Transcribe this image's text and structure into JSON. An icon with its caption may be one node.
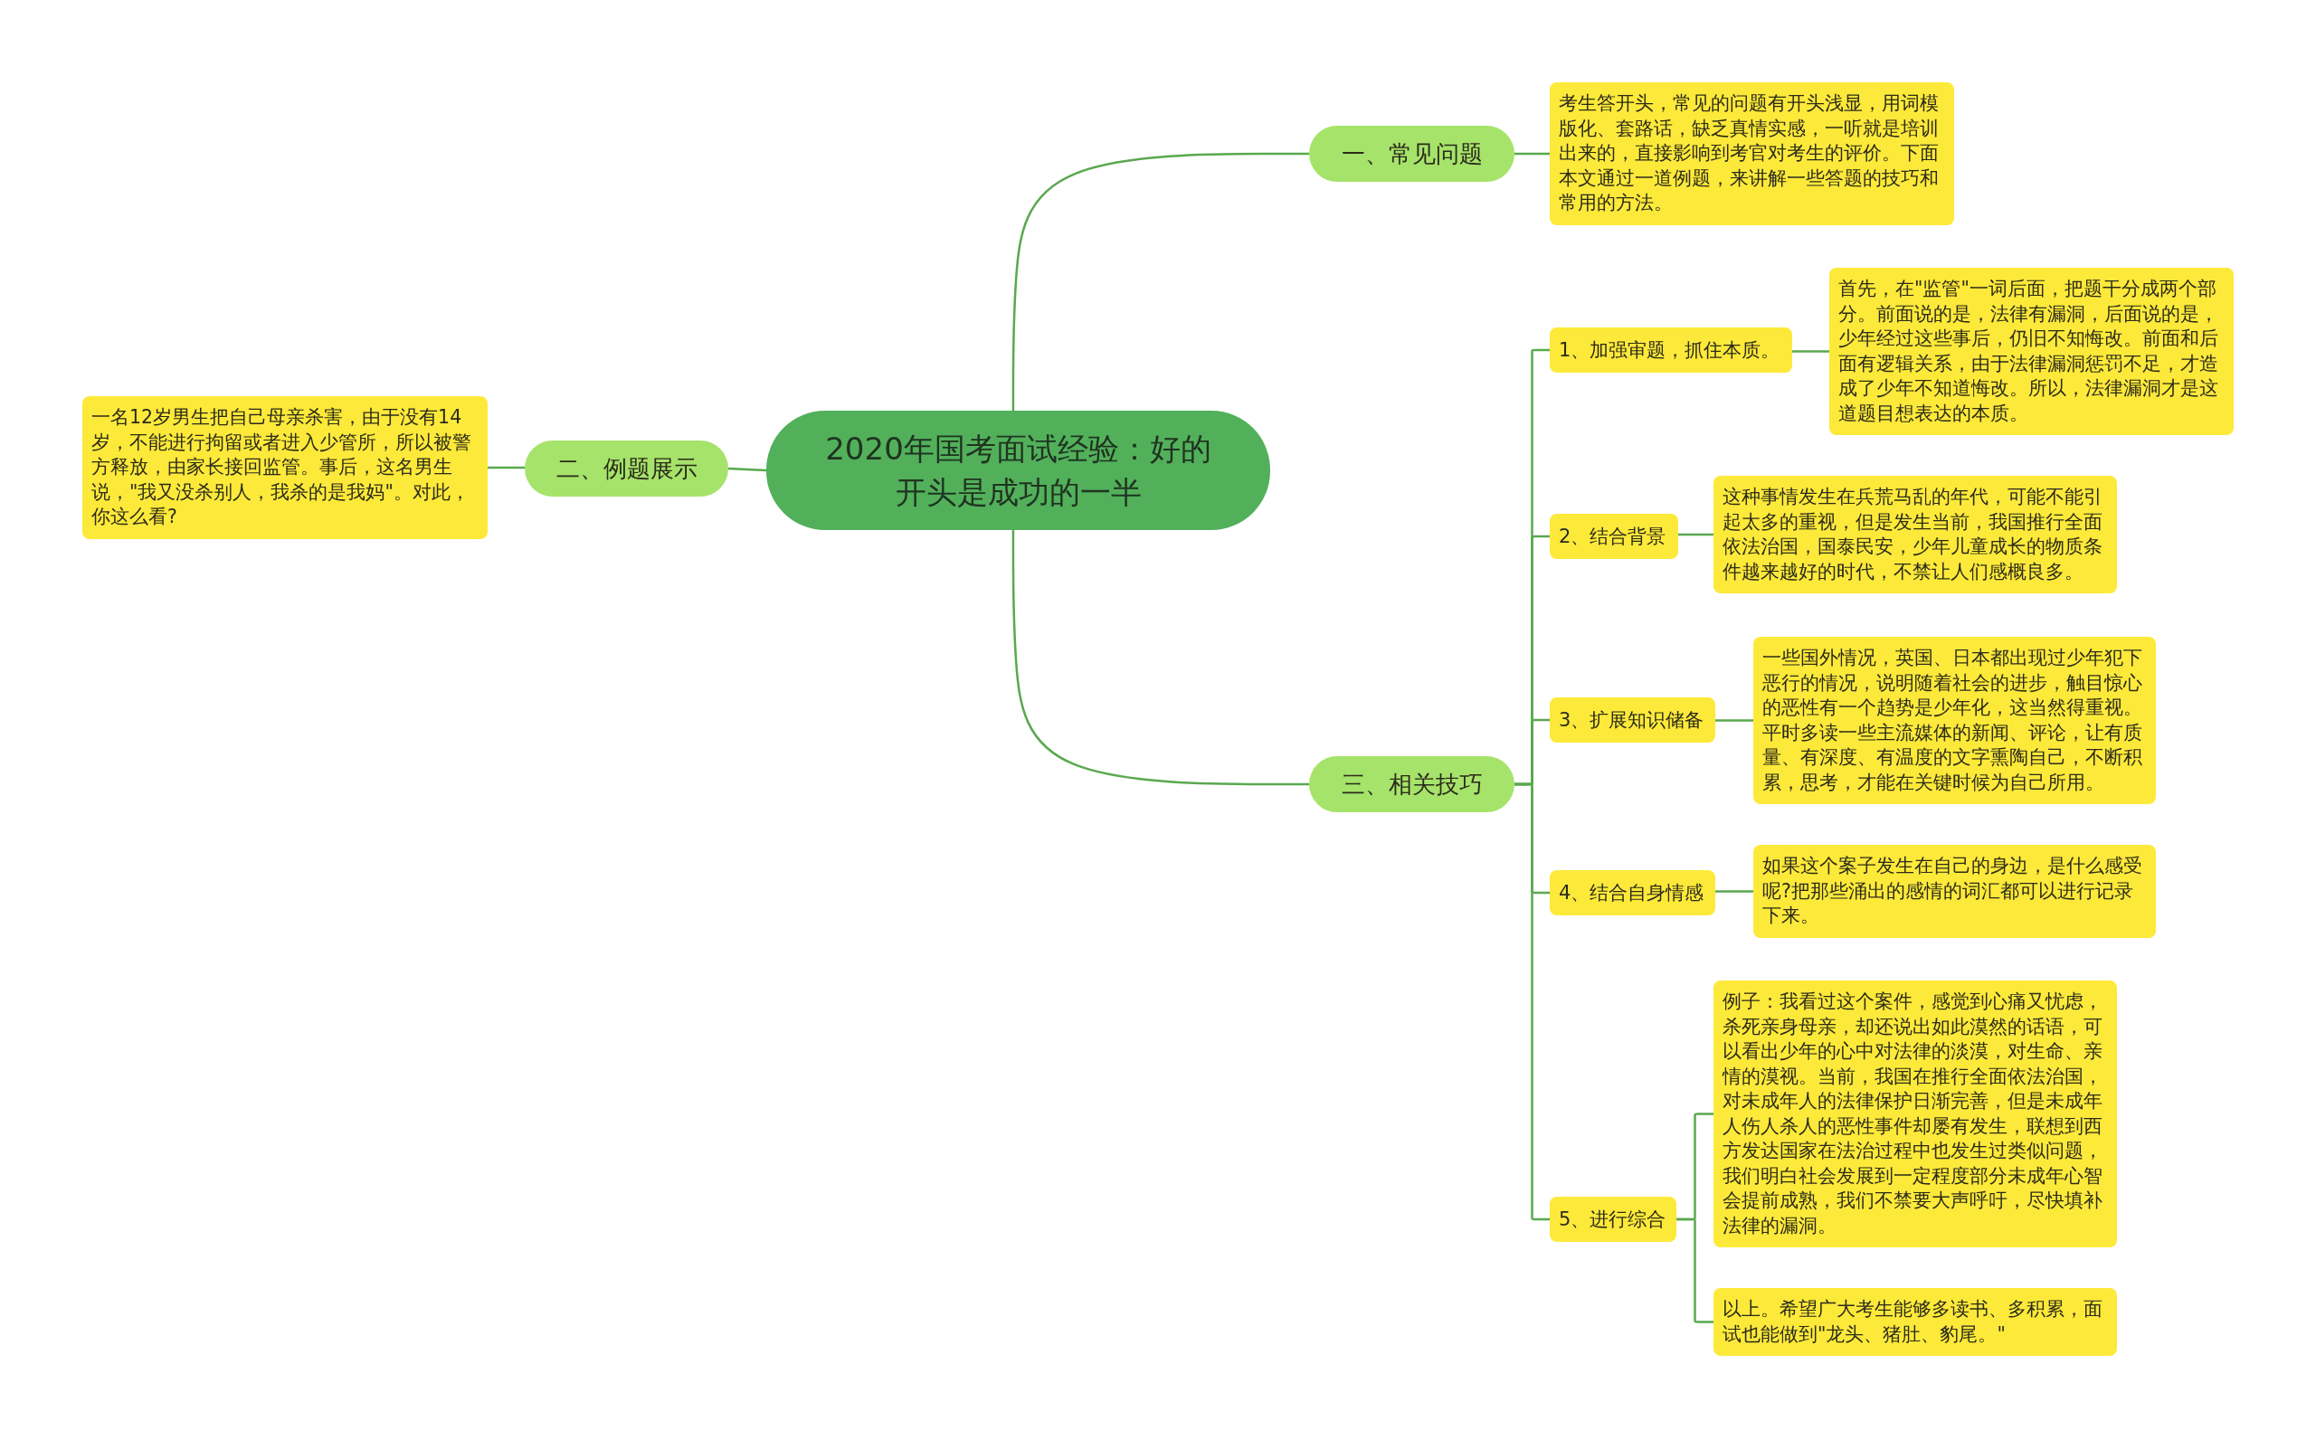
{
  "diagram": {
    "nodes": [
      {
        "text": [
          "2020年国考面试经验：好的开头是成功的一半"
        ]
      },
      {
        "text": [
          "一、常见问题"
        ]
      },
      {
        "text": [
          "考生答开头，常见的问题有开头浅显，用词模版化、套路话，缺乏真情实感，一听就是培训出来的，直接影响到考官对考生的评价。下面本文通过一道例题，来讲解一些答题的技巧和常用的方法。"
        ]
      },
      {
        "text": [
          "二、例题展示"
        ]
      },
      {
        "text": [
          "一名12岁男生把自己母亲杀害，由于没有14岁，不能进行拘留或者进入少管所，所以被警方释放，由家长接回监管。事后，这名男生说，\"我又没杀别人，我杀的是我妈\"。对此，你这么看?"
        ]
      },
      {
        "text": [
          "三、相关技巧"
        ]
      },
      {
        "text": [
          "1、加强审题，抓住本质。"
        ]
      },
      {
        "text": [
          "首先，在\"监管\"一词后面，把题干分成两个部分。前面说的是，法律有漏洞，后面说的是，少年经过这些事后，仍旧不知悔改。前面和后面有逻辑关系，由于法律漏洞惩罚不足，才造成了少年不知道悔改。所以，法律漏洞才是这道题目想表达的本质。"
        ]
      },
      {
        "text": [
          "2、结合背景"
        ]
      },
      {
        "text": [
          "这种事情发生在兵荒马乱的年代，可能不能引起太多的重视，但是发生当前，我国推行全面依法治国，国泰民安，少年儿童成长的物质条件越来越好的时代，不禁让人们感概良多。"
        ]
      },
      {
        "text": [
          "3、扩展知识储备"
        ]
      },
      {
        "text": [
          "一些国外情况，英国、日本都出现过少年犯下恶行的情况，说明随着社会的进步，触目惊心的恶性有一个趋势是少年化，这当然得重视。平时多读一些主流媒体的新闻、评论，让有质量、有深度、有温度的文字熏陶自己，不断积累，思考，才能在关键时候为自己所用。"
        ]
      },
      {
        "text": [
          "4、结合自身情感"
        ]
      },
      {
        "text": [
          "如果这个案子发生在自己的身边，是什么感受呢?把那些涌出的感情的词汇都可以进行记录下来。"
        ]
      },
      {
        "text": [
          "5、进行综合"
        ]
      },
      {
        "text": [
          "例子：我看过这个案件，感觉到心痛又忧虑，杀死亲身母亲，却还说出如此漠然的话语，可以看出少年的心中对法律的淡漠，对生命、亲情的漠视。当前，我国在推行全面依法治国，对未成年人的法律保护日渐完善，但是未成年人伤人杀人的恶性事件却屡有发生，联想到西方发达国家在法治过程中也发生过类似问题，我们明白社会发展到一定程度部分未成年心智会提前成熟，我们不禁要大声呼吁，尽快填补法律的漏洞。"
        ]
      },
      {
        "text": [
          "以上。希望广大考生能够多读书、多积累，面试也能做到\"龙头、猪肚、豹尾。\""
        ]
      }
    ],
    "edges": [
      {
        "from": 0,
        "to": 1,
        "arrow": "none"
      },
      {
        "from": 0,
        "to": 3,
        "arrow": "none"
      },
      {
        "from": 0,
        "to": 5,
        "arrow": "none"
      },
      {
        "from": 1,
        "to": 2,
        "arrow": "none"
      },
      {
        "from": 3,
        "to": 4,
        "arrow": "none"
      },
      {
        "from": 5,
        "to": 6,
        "arrow": "none"
      },
      {
        "from": 5,
        "to": 8,
        "arrow": "none"
      },
      {
        "from": 5,
        "to": 10,
        "arrow": "none"
      },
      {
        "from": 5,
        "to": 12,
        "arrow": "none"
      },
      {
        "from": 5,
        "to": 14,
        "arrow": "none"
      },
      {
        "from": 6,
        "to": 7,
        "arrow": "none"
      },
      {
        "from": 8,
        "to": 9,
        "arrow": "none"
      },
      {
        "from": 10,
        "to": 11,
        "arrow": "none"
      },
      {
        "from": 12,
        "to": 13,
        "arrow": "none"
      },
      {
        "from": 14,
        "to": 15,
        "arrow": "none"
      },
      {
        "from": 14,
        "to": 16,
        "arrow": "none"
      }
    ]
  }
}
